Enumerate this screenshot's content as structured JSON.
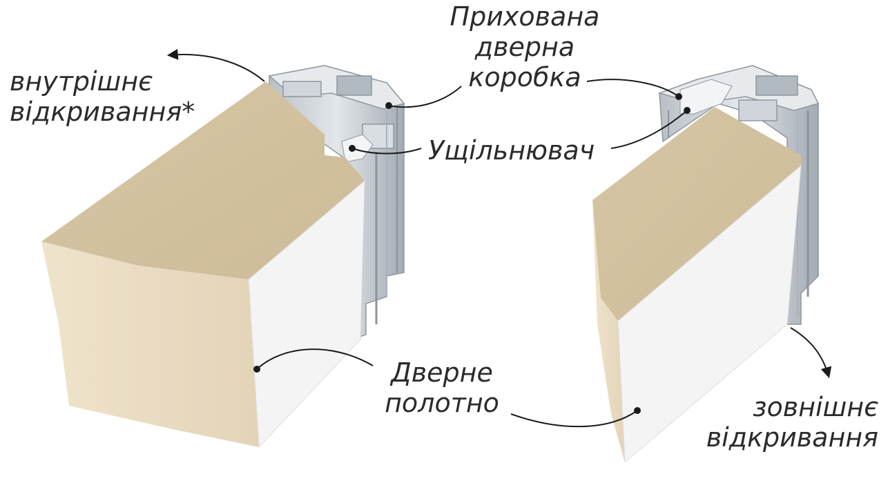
{
  "labels": {
    "inward_opening": [
      "внутрішнє",
      "відкривання*"
    ],
    "hidden_frame": [
      "Прихована",
      "дверна",
      "коробка"
    ],
    "seal": "Ущільнювач",
    "door_leaf": [
      "Дверне",
      "полотно"
    ],
    "outward_opening": [
      "зовнішнє",
      "відкривання"
    ]
  },
  "colors": {
    "veneer": "#d8c8a8",
    "veneer_edge": "#ebddc3",
    "door_face": "#f4f4f4",
    "aluminium": "#c9ced3",
    "aluminium_dark": "#9aa2aa",
    "seal": "#f2f4f6",
    "ink": "#1a1a1a"
  }
}
